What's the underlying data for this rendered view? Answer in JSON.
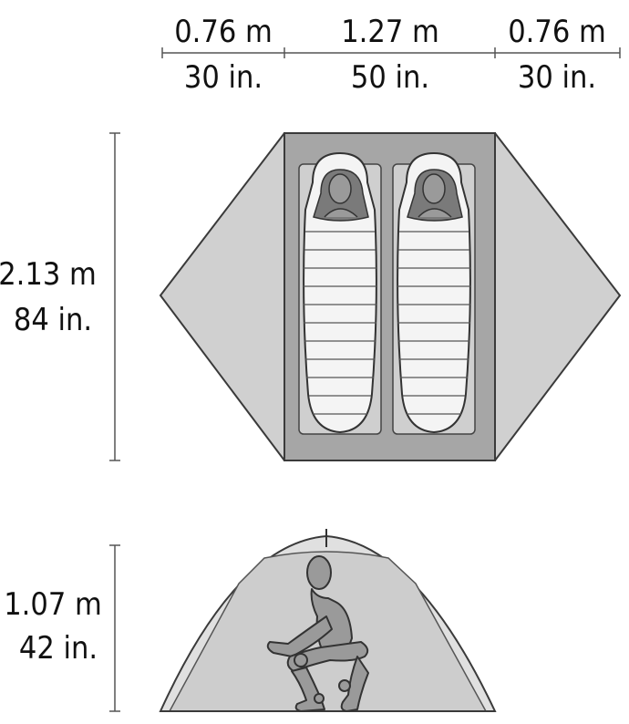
{
  "dimensions": {
    "width_left_m": "0.76 m",
    "width_left_in": "30 in.",
    "width_center_m": "1.27 m",
    "width_center_in": "50 in.",
    "width_right_m": "0.76 m",
    "width_right_in": "30 in.",
    "length_m": "2.13 m",
    "length_in": "84 in.",
    "height_m": "1.07 m",
    "height_in": "42 in."
  },
  "colors": {
    "vestibule": "#d0d0d0",
    "floor": "#a6a6a6",
    "pad": "#cfcfcf",
    "bag": "#f4f4f4",
    "outline": "#3a3a3a",
    "person": "#9a9a9a"
  }
}
